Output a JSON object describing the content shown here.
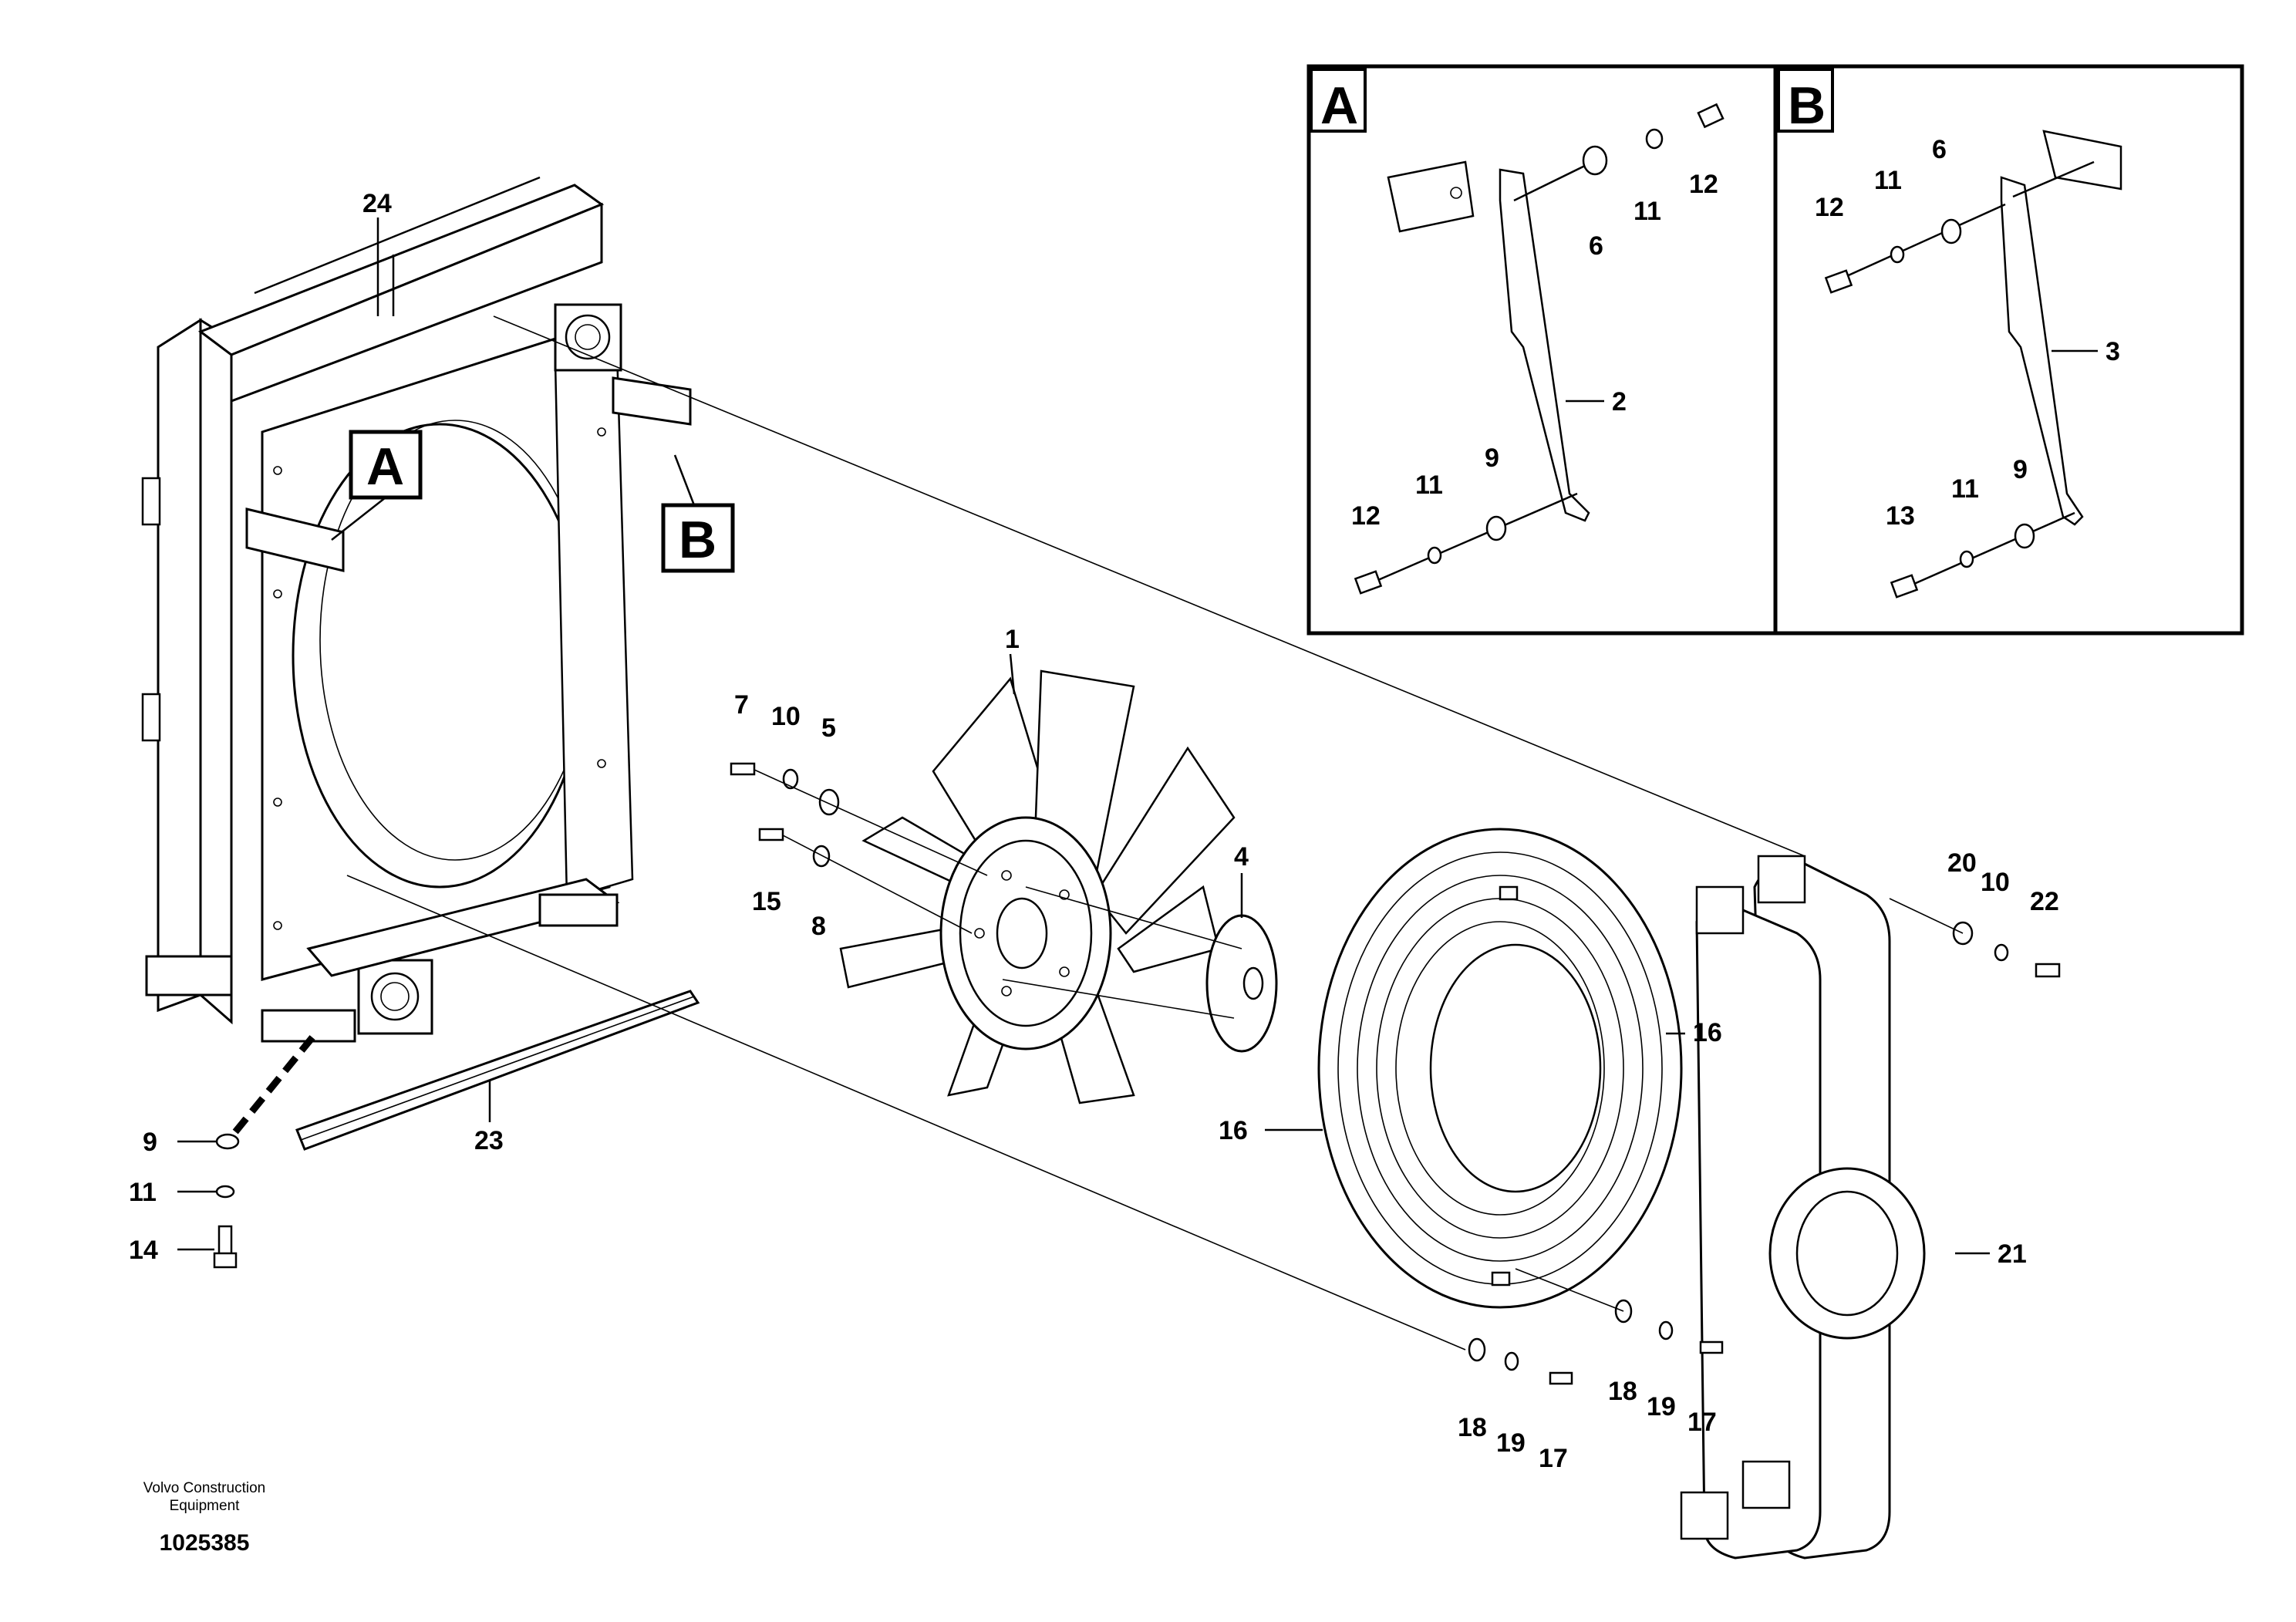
{
  "drawing": {
    "credit_line1": "Volvo Construction",
    "credit_line2": "Equipment",
    "number": "1025385"
  },
  "views": {
    "detail_a": "A",
    "detail_b": "B"
  },
  "callouts": {
    "main_a": "A",
    "main_b": "B"
  },
  "parts": {
    "p1": "1",
    "p2": "2",
    "p3": "3",
    "p4": "4",
    "p5": "5",
    "p6a": "6",
    "p6b": "6",
    "p7": "7",
    "p8": "8",
    "p9a": "9",
    "p9b": "9",
    "p9c": "9",
    "p10a": "10",
    "p10b": "10",
    "p11a": "11",
    "p11b": "11",
    "p11c": "11",
    "p11d": "11",
    "p11e": "11",
    "p12a": "12",
    "p12b": "12",
    "p12c": "12",
    "p13": "13",
    "p14": "14",
    "p15": "15",
    "p16a": "16",
    "p16b": "16",
    "p17a": "17",
    "p17b": "17",
    "p18a": "18",
    "p18b": "18",
    "p19a": "19",
    "p19b": "19",
    "p20": "20",
    "p21": "21",
    "p22": "22",
    "p23": "23",
    "p24": "24"
  }
}
